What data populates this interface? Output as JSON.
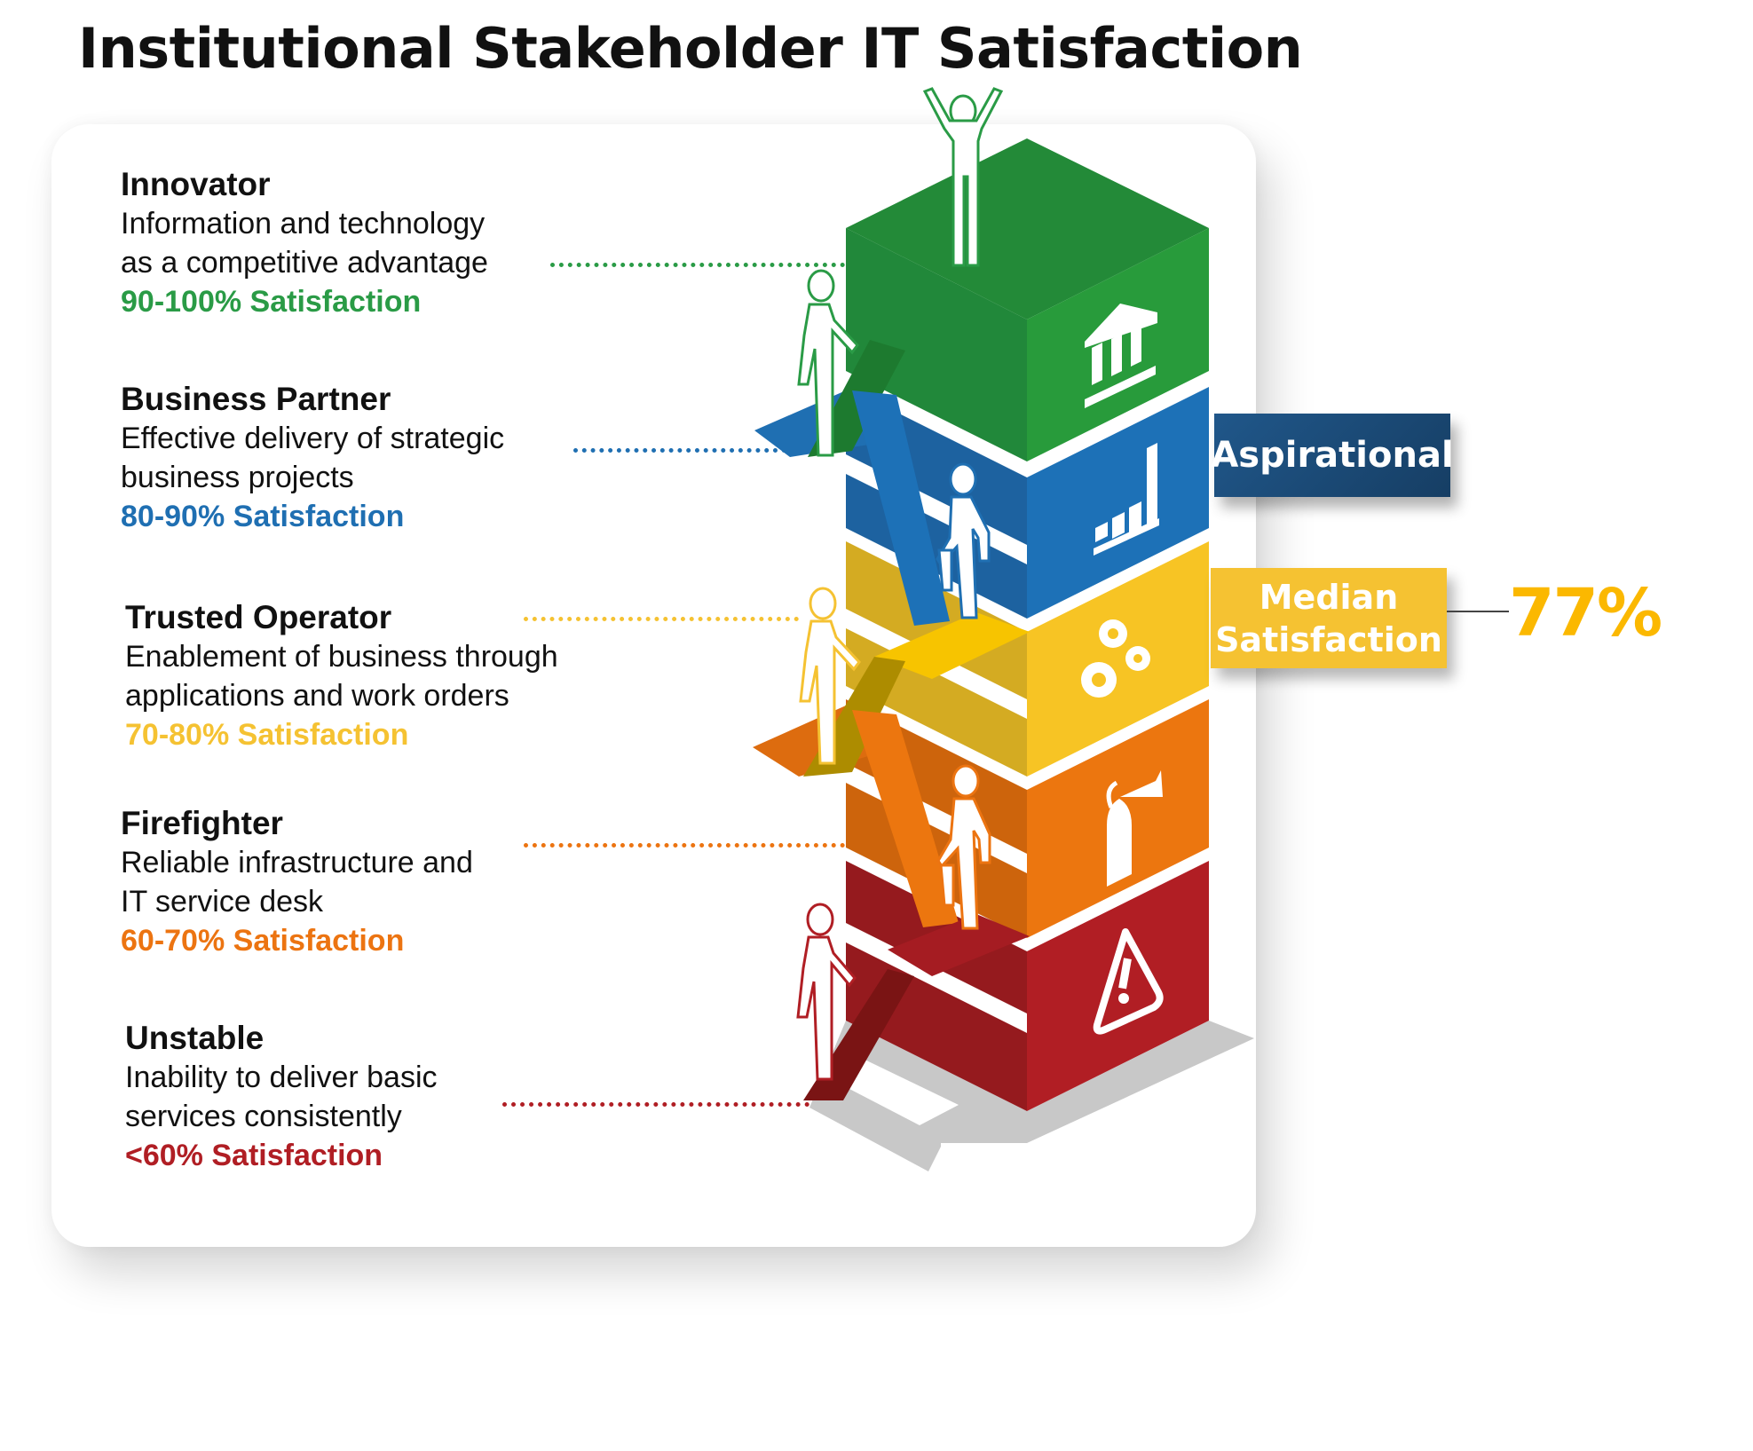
{
  "title": "Institutional Stakeholder IT Satisfaction",
  "levels": [
    {
      "id": "innovator",
      "title": "Innovator",
      "desc_line1": "Information and technology",
      "desc_line2": "as a competitive advantage",
      "range": "90-100% Satisfaction",
      "color": "#2a9b46",
      "icon": "bank-building-icon"
    },
    {
      "id": "business-partner",
      "title": "Business Partner",
      "desc_line1": "Effective delivery of strategic",
      "desc_line2": "business projects",
      "range": "80-90% Satisfaction",
      "color": "#1f6fb2",
      "icon": "bar-chart-icon"
    },
    {
      "id": "trusted-operator",
      "title": "Trusted Operator",
      "desc_line1": "Enablement of business through",
      "desc_line2": "applications and work orders",
      "range": "70-80% Satisfaction",
      "color": "#f7c32f",
      "icon": "gears-icon"
    },
    {
      "id": "firefighter",
      "title": "Firefighter",
      "desc_line1": "Reliable infrastructure and",
      "desc_line2": "IT service desk",
      "range": "60-70% Satisfaction",
      "color": "#ec7411",
      "icon": "fire-extinguisher-icon"
    },
    {
      "id": "unstable",
      "title": "Unstable",
      "desc_line1": "Inability to deliver basic",
      "desc_line2": "services consistently",
      "range": "<60% Satisfaction",
      "color": "#b01e24",
      "icon": "warning-triangle-icon"
    }
  ],
  "aspirational_label": "Aspirational",
  "median": {
    "line1": "Median",
    "line2": "Satisfaction",
    "value": "77%",
    "value_color": "#fbb800"
  },
  "tower_colors": {
    "green": {
      "top": "#238a38",
      "left": "#21883a",
      "right": "#289b3b",
      "shade": "#1d7a2f"
    },
    "blue": {
      "left": "#1d62a0",
      "right": "#1d71b7",
      "shade": "#1b5990"
    },
    "yellow": {
      "left": "#d4ab22",
      "right": "#f7c424",
      "shade": "#b08c10"
    },
    "orange": {
      "left": "#cd640c",
      "right": "#ec760f",
      "shade": "#d06a0b"
    },
    "red": {
      "left": "#951a1e",
      "right": "#b11e24",
      "shade": "#7a1414"
    },
    "floor": "#c8c8c8"
  }
}
